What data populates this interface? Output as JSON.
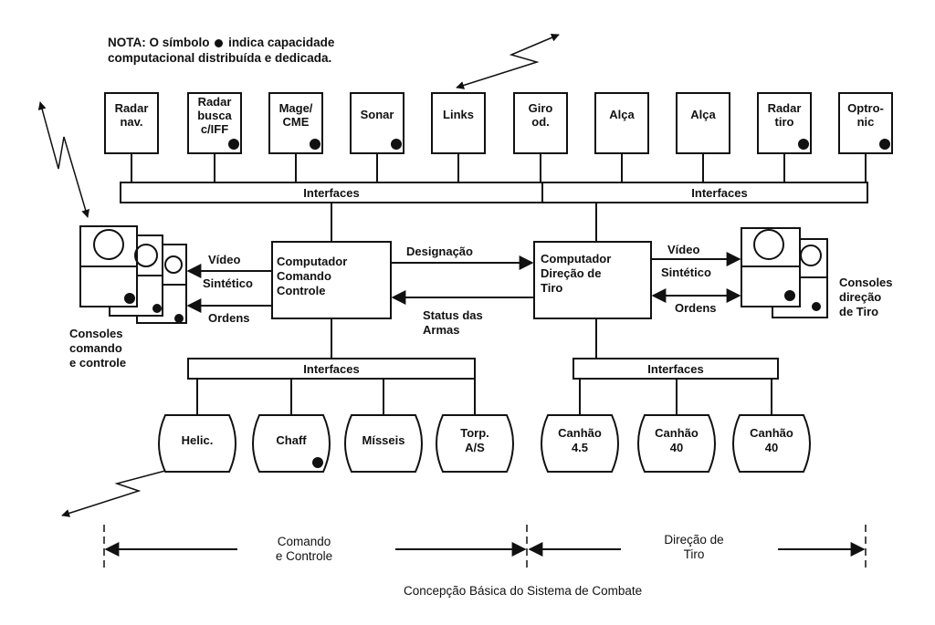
{
  "note": {
    "prefix": "NOTA:",
    "part1": "O símbolo",
    "part2": "indica capacidade computacional distribuída e dedicada."
  },
  "sensors": [
    {
      "line1": "Radar",
      "line2": "nav.",
      "dot": false
    },
    {
      "line1": "Radar",
      "line2": "busca",
      "line3": "c/IFF",
      "dot": true
    },
    {
      "line1": "Mage/",
      "line2": "CME",
      "dot": true
    },
    {
      "line1": "Sonar",
      "dot": true
    },
    {
      "line1": "Links",
      "dot": false
    },
    {
      "line1": "Giro",
      "line2": "od.",
      "dot": false
    },
    {
      "line1": "Alça",
      "dot": false
    },
    {
      "line1": "Alça",
      "dot": false
    },
    {
      "line1": "Radar",
      "line2": "tiro",
      "dot": true
    },
    {
      "line1": "Optro-",
      "line2": "nic",
      "dot": true
    }
  ],
  "interfaces_label": "Interfaces",
  "computer_cc": {
    "line1": "Computador",
    "line2": "Comando",
    "line3": "Controle"
  },
  "computer_dt": {
    "line1": "Computador",
    "line2": "Direção de",
    "line3": "Tiro"
  },
  "links": {
    "designacao": "Designação",
    "status1": "Status das",
    "status2": "Armas",
    "video": "Vídeo",
    "sintetico": "Sintético",
    "ordens": "Ordens"
  },
  "consoles_cc": {
    "line1": "Consoles",
    "line2": "comando",
    "line3": "e controle"
  },
  "consoles_dt": {
    "line1": "Consoles",
    "line2": "direção",
    "line3": "de Tiro"
  },
  "weapons": [
    {
      "line1": "Helic.",
      "dot": false
    },
    {
      "line1": "Chaff",
      "dot": true
    },
    {
      "line1": "Mísseis",
      "dot": false
    },
    {
      "line1": "Torp.",
      "line2": "A/S",
      "dot": false
    },
    {
      "line1": "Canhão",
      "line2": "4.5",
      "dot": false
    },
    {
      "line1": "Canhão",
      "line2": "40",
      "dot": false
    },
    {
      "line1": "Canhão",
      "line2": "40",
      "dot": false
    }
  ],
  "sections": {
    "cc1": "Comando",
    "cc2": "e Controle",
    "dt1": "Direção de",
    "dt2": "Tiro"
  },
  "caption": "Concepção Básica do Sistema de Combate"
}
